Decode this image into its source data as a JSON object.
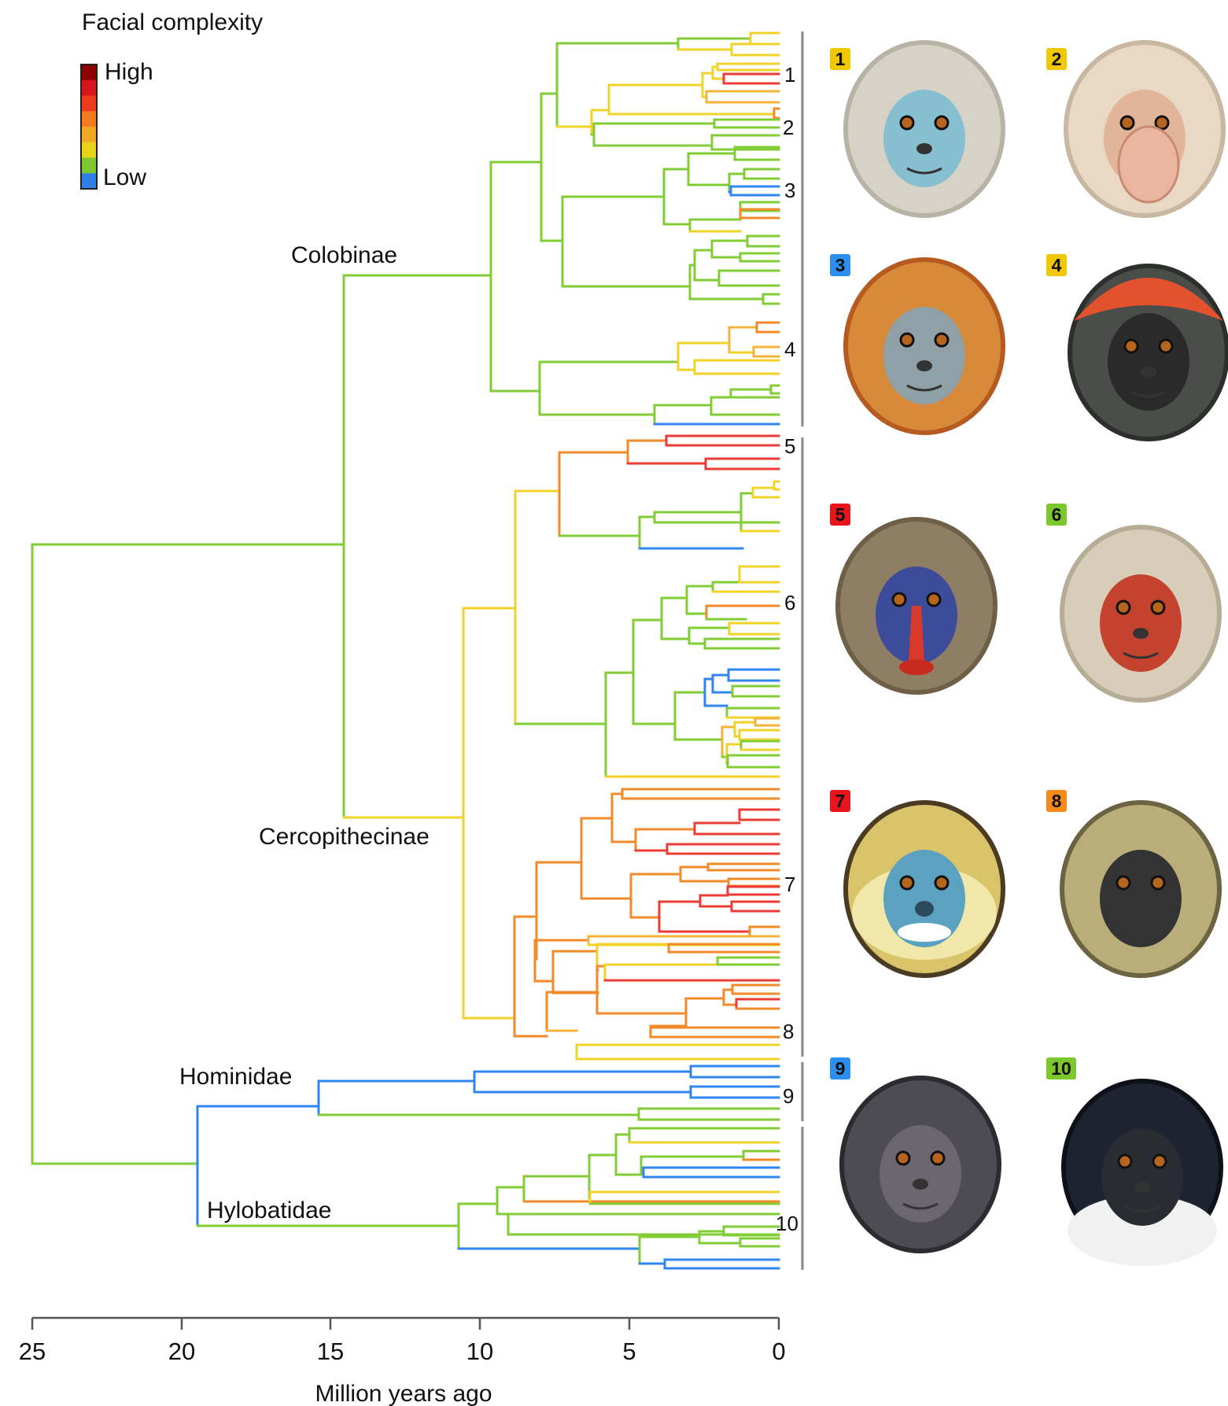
{
  "legend": {
    "title": "Facial complexity",
    "high_label": "High",
    "low_label": "Low",
    "colors_high_to_low": [
      "#8b0000",
      "#d9141c",
      "#ee3a1f",
      "#f47a20",
      "#f0a825",
      "#e8d21a",
      "#7cc62e",
      "#2f7fe6"
    ]
  },
  "colors": {
    "blue": "#2f86f0",
    "green": "#82cc36",
    "yellow": "#f1d22a",
    "lightorange": "#f4b43a",
    "orange": "#f38a2a",
    "red": "#ea3c34"
  },
  "clades": [
    "Colobinae",
    "Cercopithecinae",
    "Hominidae",
    "Hylobatidae"
  ],
  "groups": [
    "1",
    "2",
    "3",
    "4",
    "5",
    "6",
    "7",
    "8",
    "9",
    "10"
  ],
  "axis": {
    "title": "Million years ago",
    "ticks": [
      "25",
      "20",
      "15",
      "10",
      "5",
      "0"
    ]
  },
  "illustrations": [
    {
      "num": "1",
      "badge_color": "#efc800",
      "face": "snub-nosed-monkey-face"
    },
    {
      "num": "2",
      "badge_color": "#efc800",
      "face": "proboscis-monkey-face"
    },
    {
      "num": "3",
      "badge_color": "#2b8ef0",
      "face": "langur-face"
    },
    {
      "num": "4",
      "badge_color": "#efc800",
      "face": "red-colobus-face"
    },
    {
      "num": "5",
      "badge_color": "#e8141c",
      "face": "mandrill-face"
    },
    {
      "num": "6",
      "badge_color": "#7cc62e",
      "face": "macaque-face"
    },
    {
      "num": "7",
      "badge_color": "#e8141c",
      "face": "moustached-guenon-face"
    },
    {
      "num": "8",
      "badge_color": "#f38a1a",
      "face": "guenon-face"
    },
    {
      "num": "9",
      "badge_color": "#2b8ef0",
      "face": "chimpanzee-face"
    },
    {
      "num": "10",
      "badge_color": "#7cc62e",
      "face": "gibbon-face"
    }
  ]
}
